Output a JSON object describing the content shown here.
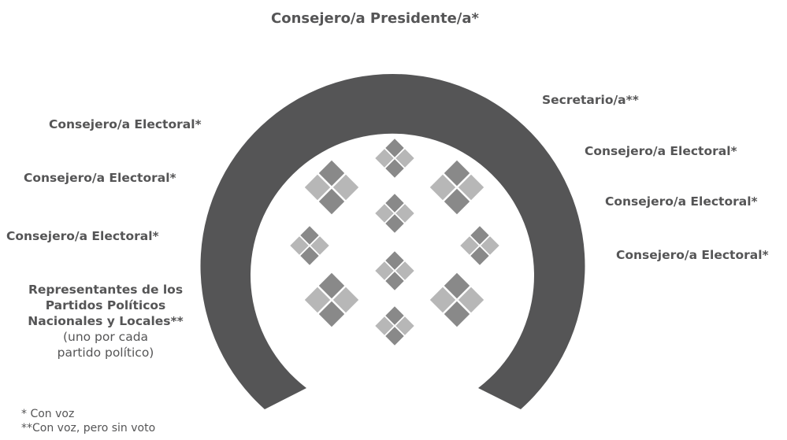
{
  "title": "Consejero/a Presidente/a*",
  "left_labels": [
    "Consejero/a Electoral*",
    "Consejero/a Electoral*",
    "Consejero/a Electoral*"
  ],
  "right_labels": [
    "Secretario/a**",
    "Consejero/a Electoral*",
    "Consejero/a Electoral*",
    "Consejero/a Electoral*"
  ],
  "representatives": {
    "line1": "Representantes de los",
    "line2": "Partidos Políticos",
    "line3": "Nacionales y Locales**",
    "note1": "(uno por cada",
    "note2": "partido político)"
  },
  "footnotes": {
    "voice": "* Con voz",
    "voice_no_vote": "**Con voz, pero sin voto"
  },
  "colors": {
    "arch": "#555556",
    "diamond_dark": "#898989",
    "diamond_light": "#b7b7b7",
    "text": "#555556"
  }
}
